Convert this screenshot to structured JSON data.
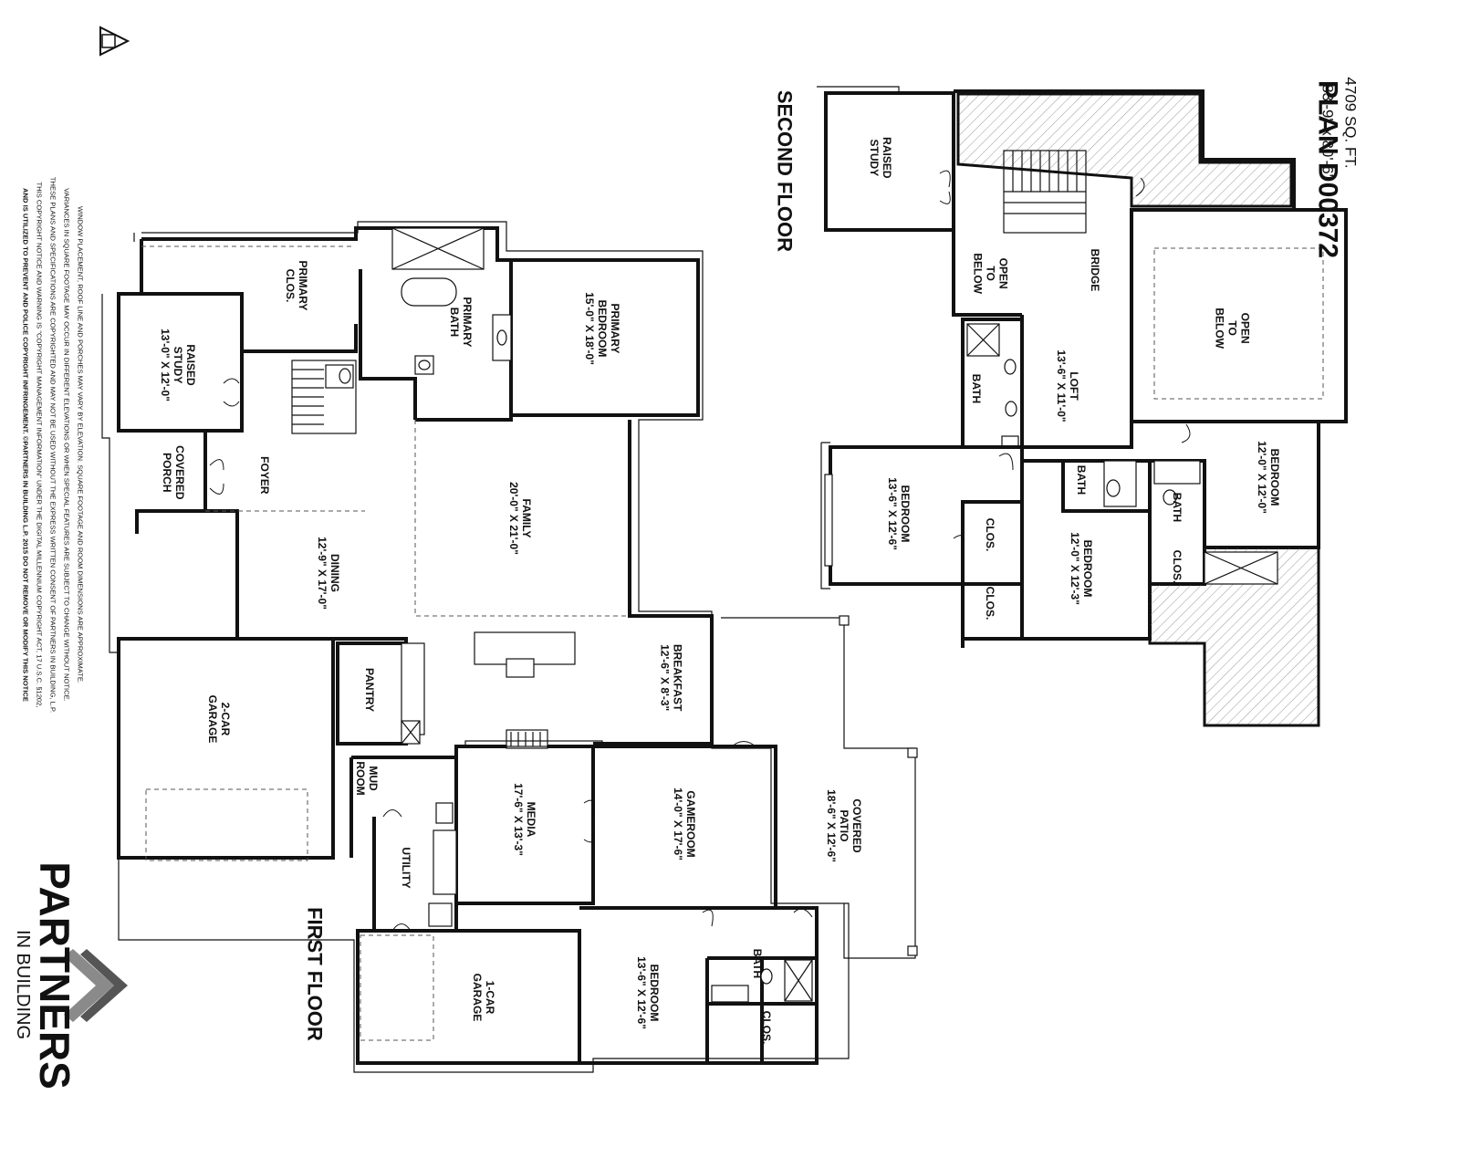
{
  "plan": {
    "title": "PLAN D00372",
    "sqft": "4709 SQ. FT.",
    "dimensions": "83'-9\" x 80'-6\""
  },
  "floors": {
    "first": "FIRST FLOOR",
    "second": "SECOND FLOOR"
  },
  "first_floor_rooms": {
    "primary_clos": [
      "PRIMARY",
      "CLOS."
    ],
    "raised_study": [
      "RAISED",
      "STUDY",
      "13'-0\" X 12'-0\""
    ],
    "primary_bath": [
      "PRIMARY",
      "BATH"
    ],
    "primary_bedroom": [
      "PRIMARY",
      "BEDROOM",
      "15'-0\" X 18'-0\""
    ],
    "covered_porch": [
      "COVERED",
      "PORCH"
    ],
    "foyer": [
      "FOYER"
    ],
    "family": [
      "FAMILY",
      "20'-0\" X 21'-0\""
    ],
    "dining": [
      "DINING",
      "12'-9\" X 17'-0\""
    ],
    "two_car_garage": [
      "2-CAR",
      "GARAGE"
    ],
    "pantry": [
      "PANTRY"
    ],
    "breakfast": [
      "BREAKFAST",
      "12'-6\" X 8'-3\""
    ],
    "mud_room": [
      "MUD",
      "ROOM"
    ],
    "media": [
      "MEDIA",
      "17'-6\" X 13'-3\""
    ],
    "gameroom": [
      "GAMEROOM",
      "14'-0\" X 17'-6\""
    ],
    "covered_patio": [
      "COVERED",
      "PATIO",
      "18'-6\" X 12'-6\""
    ],
    "utility": [
      "UTILITY"
    ],
    "one_car_garage": [
      "1-CAR",
      "GARAGE"
    ],
    "bedroom": [
      "BEDROOM",
      "13'-6\" X 12'-6\""
    ],
    "bath": [
      "BATH"
    ],
    "clos": [
      "CLOS."
    ]
  },
  "second_floor_rooms": {
    "raised_study": [
      "RAISED",
      "STUDY"
    ],
    "open_to_below_small": [
      "OPEN",
      "TO",
      "BELOW"
    ],
    "bridge": [
      "BRIDGE"
    ],
    "open_to_below_large": [
      "OPEN",
      "TO",
      "BELOW"
    ],
    "loft": [
      "LOFT",
      "13'-6\" X 11'-0\""
    ],
    "bath_a": [
      "BATH"
    ],
    "bedroom_a": [
      "BEDROOM",
      "13'-6\" X 12'-6\""
    ],
    "clos_a": [
      "CLOS."
    ],
    "clos_b": [
      "CLOS."
    ],
    "bath_b": [
      "BATH"
    ],
    "bedroom_b": [
      "BEDROOM",
      "12'-0\" X 12'-3\""
    ],
    "bath_c": [
      "BATH"
    ],
    "bedroom_c": [
      "BEDROOM",
      "12'-0\" X 12'-0\""
    ],
    "clos_c": [
      "CLOS."
    ]
  },
  "disclaimer": {
    "line1": "WINDOW PLACEMENT, ROOF LINE AND PORCHES MAY VARY BY ELEVATION. SQUARE FOOTAGE AND ROOM DIMENSIONS ARE APPROXIMATE.",
    "line2": "VARIANCES IN SQUARE FOOTAGE MAY OCCUR IN DIFFERENT ELEVATIONS OR WHEN SPECIAL FEATURES ARE SUBJECT TO CHANGE WITHOUT NOTICE.",
    "line3": "THESE PLANS AND SPECIFICATIONS ARE COPYRIGHTED AND MAY NOT BE USED WITHOUT THE EXPRESS WRITTEN CONSENT OF PARTNERS IN BUILDING, L.P.",
    "line4": "THIS COPYRIGHT NOTICE AND WARNING IS \"COPYRIGHT MANAGEMENT INFORMATION\" UNDER THE DIGITAL MILLENNIUM COPYRIGHT ACT, 17 U.S.C. §1202,",
    "line5": "AND IS UTILIZED TO PREVENT AND POLICE COPYRIGHT INFRINGEMENT. ©PARTNERS IN BUILDING L.P. 2015 DO NOT REMOVE OR MODIFY THIS NOTICE"
  },
  "brand": {
    "name": "PARTNERS",
    "sub": "IN BUILDING"
  },
  "colors": {
    "ink": "#111111",
    "hatch": "#999999",
    "logo_gray": "#8a8a8a"
  }
}
